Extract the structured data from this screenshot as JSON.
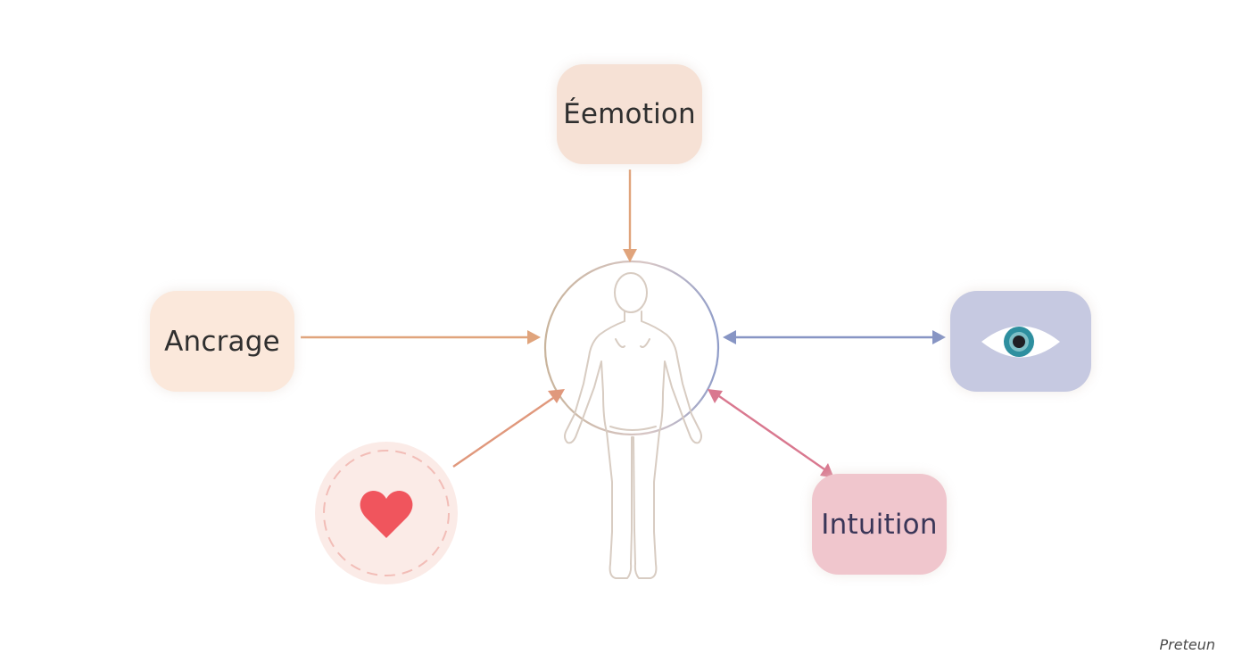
{
  "colors": {
    "emotion_node": "#f6e1d5",
    "ancrage_node": "#fbe8db",
    "intuition_node": "#f0c6cd",
    "vision_node": "#c6c9e1",
    "text_dark": "#2f2f2f",
    "text_intuition": "#3a3658",
    "arrow_orange": "#e0a47c",
    "arrow_blue": "#8795c4",
    "arrow_pink": "#d9788f",
    "heart": "#f0555d",
    "eye_iris": "#2e8f9f",
    "body_outline": "#d8ccc2"
  },
  "diagram": {
    "center_icon": "human-body-outline",
    "nodes": {
      "emotion": {
        "label": "Éemotion"
      },
      "ancrage": {
        "label": "Ancrage"
      },
      "intuition": {
        "label": "Intuition"
      },
      "vision": {
        "icon": "eye-icon"
      },
      "heart": {
        "icon": "heart-icon"
      }
    },
    "connections": [
      {
        "from": "emotion",
        "to": "center",
        "direction": "to-center"
      },
      {
        "from": "ancrage",
        "to": "center",
        "direction": "to-center"
      },
      {
        "from": "heart",
        "to": "center",
        "direction": "to-center"
      },
      {
        "from": "vision",
        "to": "center",
        "direction": "bidirectional"
      },
      {
        "from": "intuition",
        "to": "center",
        "direction": "bidirectional"
      }
    ]
  },
  "watermark": "Preteun"
}
